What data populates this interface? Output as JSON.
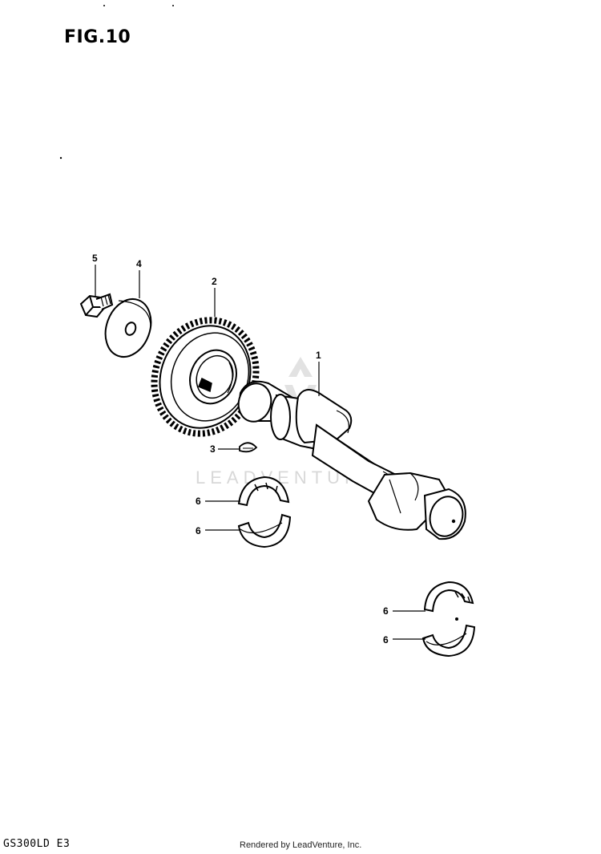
{
  "header": {
    "figure_title": "FIG.10"
  },
  "footer": {
    "model_code": "GS300LD E3",
    "credit": "Rendered by LeadVenture, Inc."
  },
  "watermark": {
    "text": "LEADVENTURE"
  },
  "callouts": [
    {
      "id": "1",
      "part": "balancer shaft"
    },
    {
      "id": "2",
      "part": "gear"
    },
    {
      "id": "3",
      "part": "key"
    },
    {
      "id": "4",
      "part": "washer"
    },
    {
      "id": "5",
      "part": "bolt"
    },
    {
      "id": "6",
      "part": "bearing"
    }
  ]
}
